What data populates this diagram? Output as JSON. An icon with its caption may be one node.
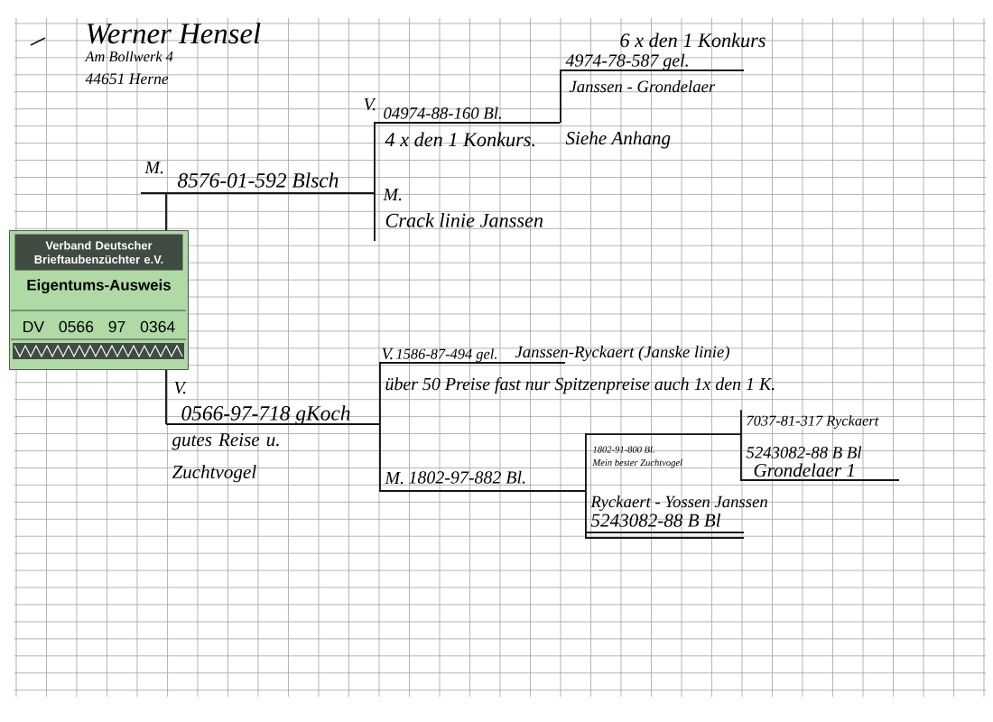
{
  "diagram": {
    "nodes": [
      {
        "text": [
          "6 x den 1 Konkurs",
          "4974-78-587 gel.",
          "Janssen - Grondelaer"
        ]
      },
      {
        "text": [
          "V.",
          "04974-88-160 Bl.",
          "4 x den 1 Konkurs."
        ]
      },
      {
        "text": [
          "M.",
          "8576-01-592 Blsch"
        ]
      },
      {
        "text": [
          "M.",
          "Crack linie Janssen"
        ]
      },
      {
        "text": [
          "Verband Deutscher Brieftaubenzüchter e.V.",
          "Eigentums-Ausweis",
          "DV 0566 97 0364"
        ]
      },
      {
        "text": [
          "V.",
          "1586-87-494 gel.",
          "Janssen-Ryckaert (Janske linie)",
          "über 50 Preise fast nur Spitzenpreise auch 1x den 1 K."
        ]
      },
      {
        "text": [
          "V.",
          "0566-97-718 gKoch",
          "gutes Reise u. Zuchtvogel"
        ]
      },
      {
        "text": [
          "7037-81-317 Ryckaert"
        ]
      },
      {
        "text": [
          "1802-91-800 Bl.",
          "Mein bester Zuchtvogel"
        ]
      },
      {
        "text": [
          "5243082-88 B Bl",
          "Grondelaer 1"
        ]
      },
      {
        "text": [
          "M.",
          "1802-97-882 Bl."
        ]
      },
      {
        "text": [
          "Ryckaert - Yossen Janssen",
          "5243082-88 B Bl"
        ]
      }
    ],
    "edges": [
      {
        "from": 4,
        "to": 2,
        "arrow": "none"
      },
      {
        "from": 4,
        "to": 6,
        "arrow": "none"
      },
      {
        "from": 2,
        "to": 1,
        "arrow": "none"
      },
      {
        "from": 2,
        "to": 3,
        "arrow": "none"
      },
      {
        "from": 1,
        "to": 0,
        "arrow": "none"
      },
      {
        "from": 6,
        "to": 5,
        "arrow": "none"
      },
      {
        "from": 6,
        "to": 10,
        "arrow": "none"
      },
      {
        "from": 10,
        "to": 8,
        "arrow": "none"
      },
      {
        "from": 10,
        "to": 11,
        "arrow": "none"
      },
      {
        "from": 8,
        "to": 7,
        "arrow": "none"
      },
      {
        "from": 8,
        "to": 9,
        "arrow": "none"
      }
    ],
    "labels": [
      "Werner Hensel",
      "Am Bollwerk 4",
      "44651 Herne",
      "Siehe Anhang"
    ]
  }
}
